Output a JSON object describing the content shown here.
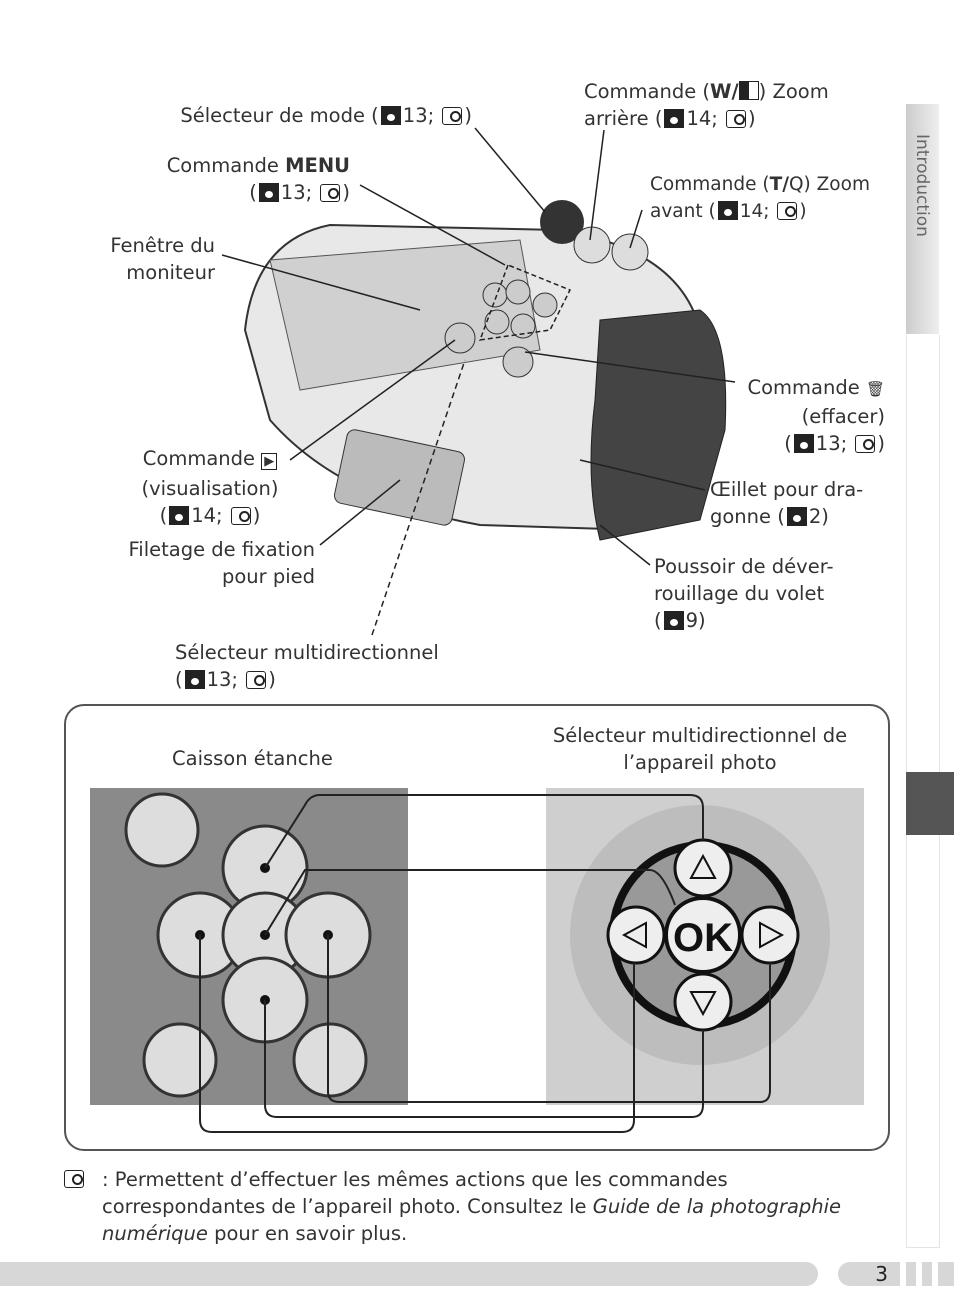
{
  "labels": {
    "mode": {
      "text": "Sélecteur de mode (",
      "page": "13;",
      "close": ")"
    },
    "zoom_out": {
      "line1_pre": "Commande (",
      "line1_key": "W/",
      "line1_post": ") Zoom",
      "line2": "arrière (",
      "page": "14;",
      "close": ")"
    },
    "menu": {
      "line1_pre": "Commande ",
      "line1_key": "MENU",
      "open": "(",
      "page": "13;",
      "close": ")"
    },
    "zoom_in": {
      "line1_pre": "Commande (",
      "line1_key": "T/",
      "line1_glyph": "Q",
      "line1_post": ") Zoom",
      "line2": "avant (",
      "page": "14;",
      "close": ")"
    },
    "monitor": {
      "line1": "Fenêtre du",
      "line2": "moniteur"
    },
    "delete": {
      "line1": "Commande",
      "glyph": "🗑",
      "line2": "(effacer)",
      "open": "(",
      "page": "13;",
      "close": ")"
    },
    "playback": {
      "line1": "Commande",
      "glyph": "▶",
      "line2": "(visualisation)",
      "open": "(",
      "page": "14;",
      "close": ")"
    },
    "strap": {
      "line1": "Œillet pour dra-",
      "line2": "gonne (",
      "page": "2)"
    },
    "tripod": {
      "line1": "Filetage de fixation",
      "line2": "pour pied"
    },
    "latch": {
      "line1": "Poussoir de déver-",
      "line2": "rouillage du volet",
      "open": "(",
      "page": "9)"
    },
    "multi": {
      "line1": "Sélecteur multidirectionnel",
      "open": "(",
      "page": "13;",
      "close": ")"
    }
  },
  "detail": {
    "housing": "Caisson étanche",
    "camera_line1": "Sélecteur multidirectionnel de",
    "camera_line2": "l’appareil photo",
    "ok": "OK"
  },
  "footnote": {
    "pre": ": Permettent d’effectuer les mêmes actions que les commandes correspondantes de l’appareil photo. Consultez le ",
    "italic": "Guide de la photographie numérique",
    "post": " pour en savoir plus."
  },
  "side_tab": "Introduction",
  "page_number": "3"
}
